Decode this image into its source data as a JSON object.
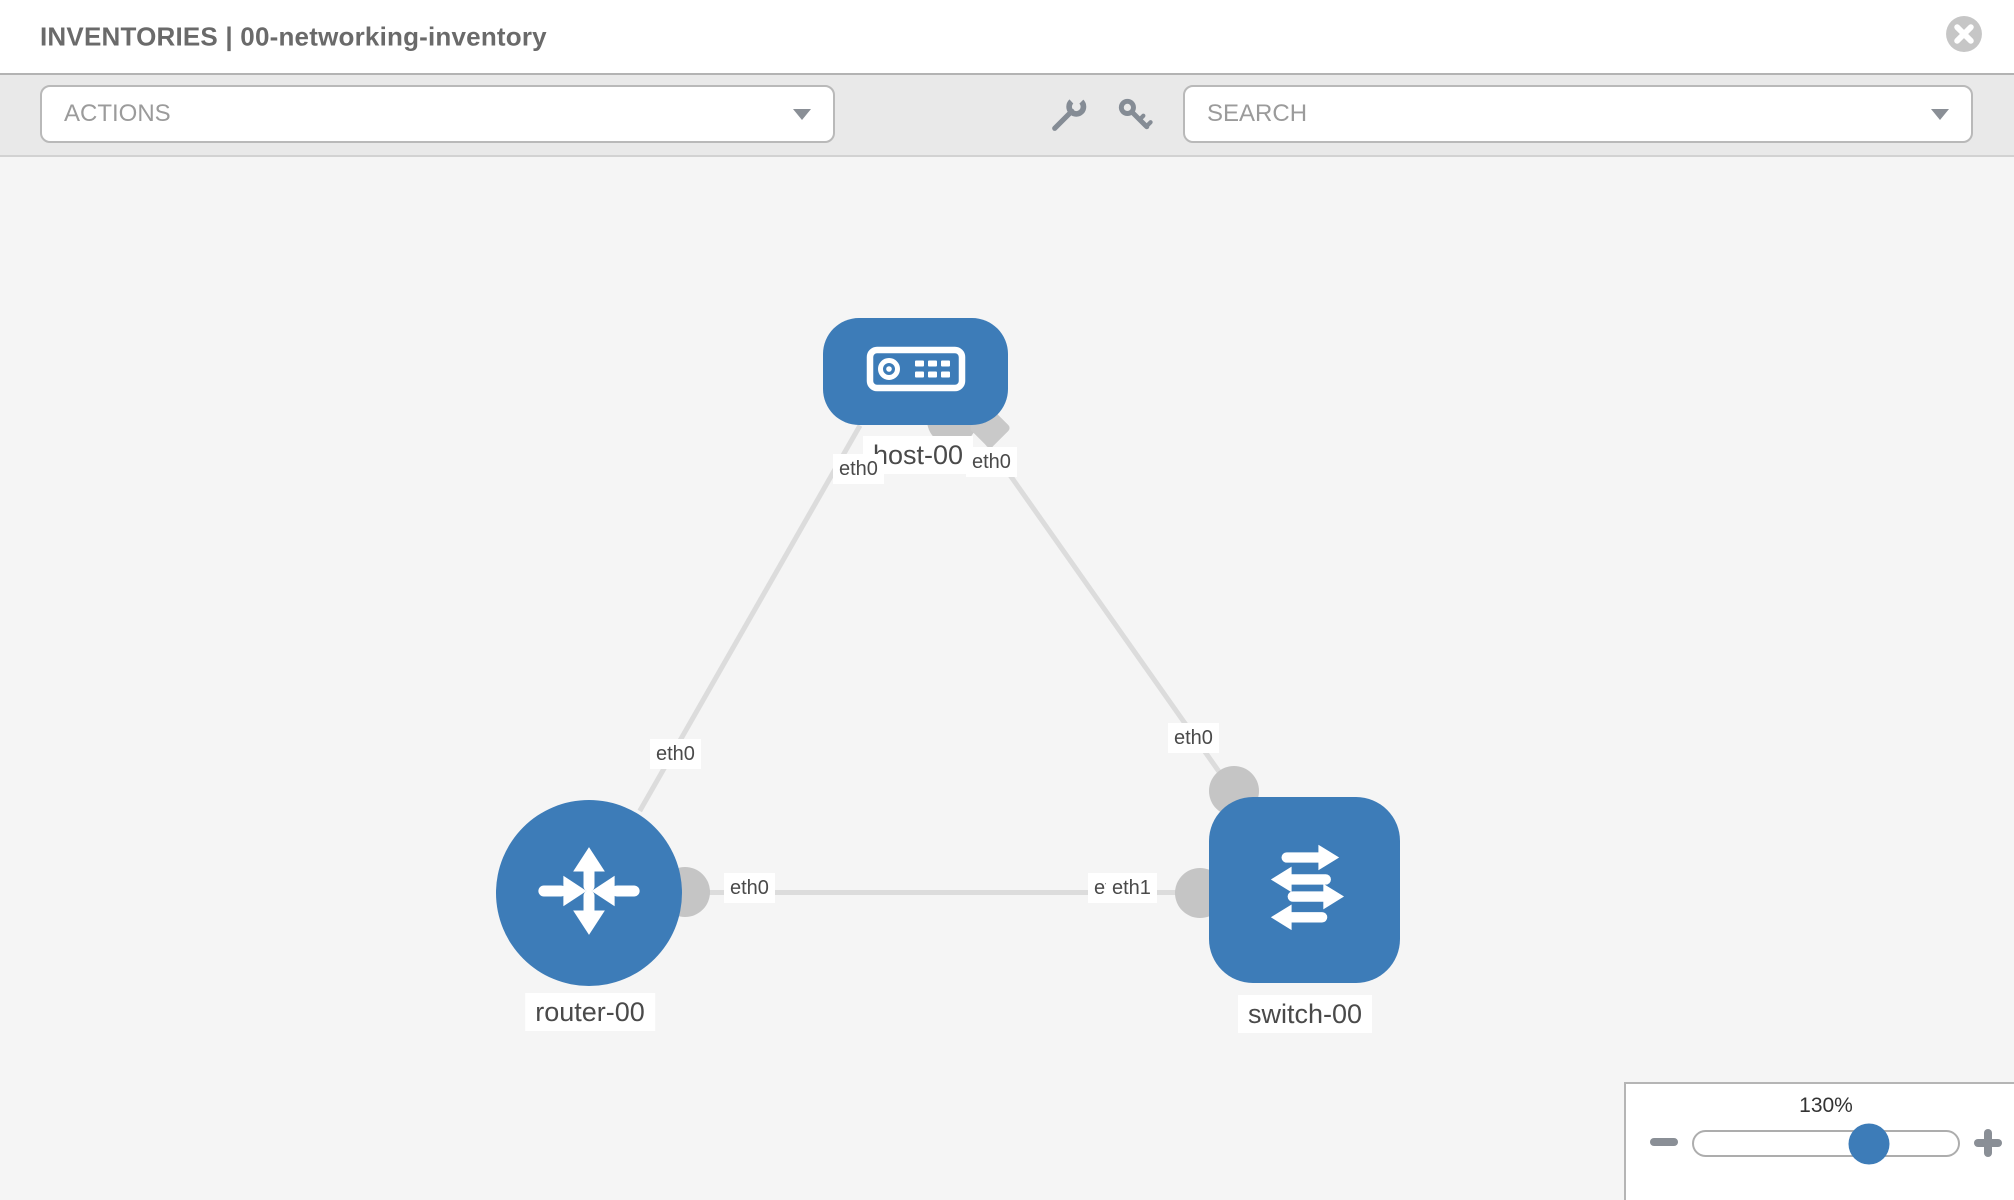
{
  "header": {
    "title": "INVENTORIES | 00-networking-inventory"
  },
  "toolbar": {
    "actions_label": "ACTIONS",
    "search_label": "SEARCH",
    "icons": [
      "wrench-icon",
      "key-icon"
    ]
  },
  "topology": {
    "nodes": [
      {
        "id": "host-00",
        "label": "host-00",
        "type": "host",
        "icon": "host-icon"
      },
      {
        "id": "router-00",
        "label": "router-00",
        "type": "router",
        "icon": "router-icon"
      },
      {
        "id": "switch-00",
        "label": "switch-00",
        "type": "switch",
        "icon": "switch-icon"
      }
    ],
    "links": [
      {
        "from": "host-00",
        "from_if": "eth0",
        "to": "router-00",
        "to_if": "eth0"
      },
      {
        "from": "host-00",
        "from_if": "eth0",
        "to": "switch-00",
        "to_if": "eth0"
      },
      {
        "from": "router-00",
        "from_if": "eth0",
        "to": "switch-00",
        "to_if": "eth1",
        "obscured_if": "eth0"
      }
    ]
  },
  "zoom_control": {
    "level": "130%",
    "percent": 130
  },
  "colors": {
    "node_blue": "#3d7cb8",
    "link_gray": "#dcdcdc",
    "connector_gray": "#c5c5c5",
    "toolbar_gray": "#e9e9e9",
    "canvas_gray": "#f5f5f5",
    "title_gray": "#6a6a6a"
  }
}
